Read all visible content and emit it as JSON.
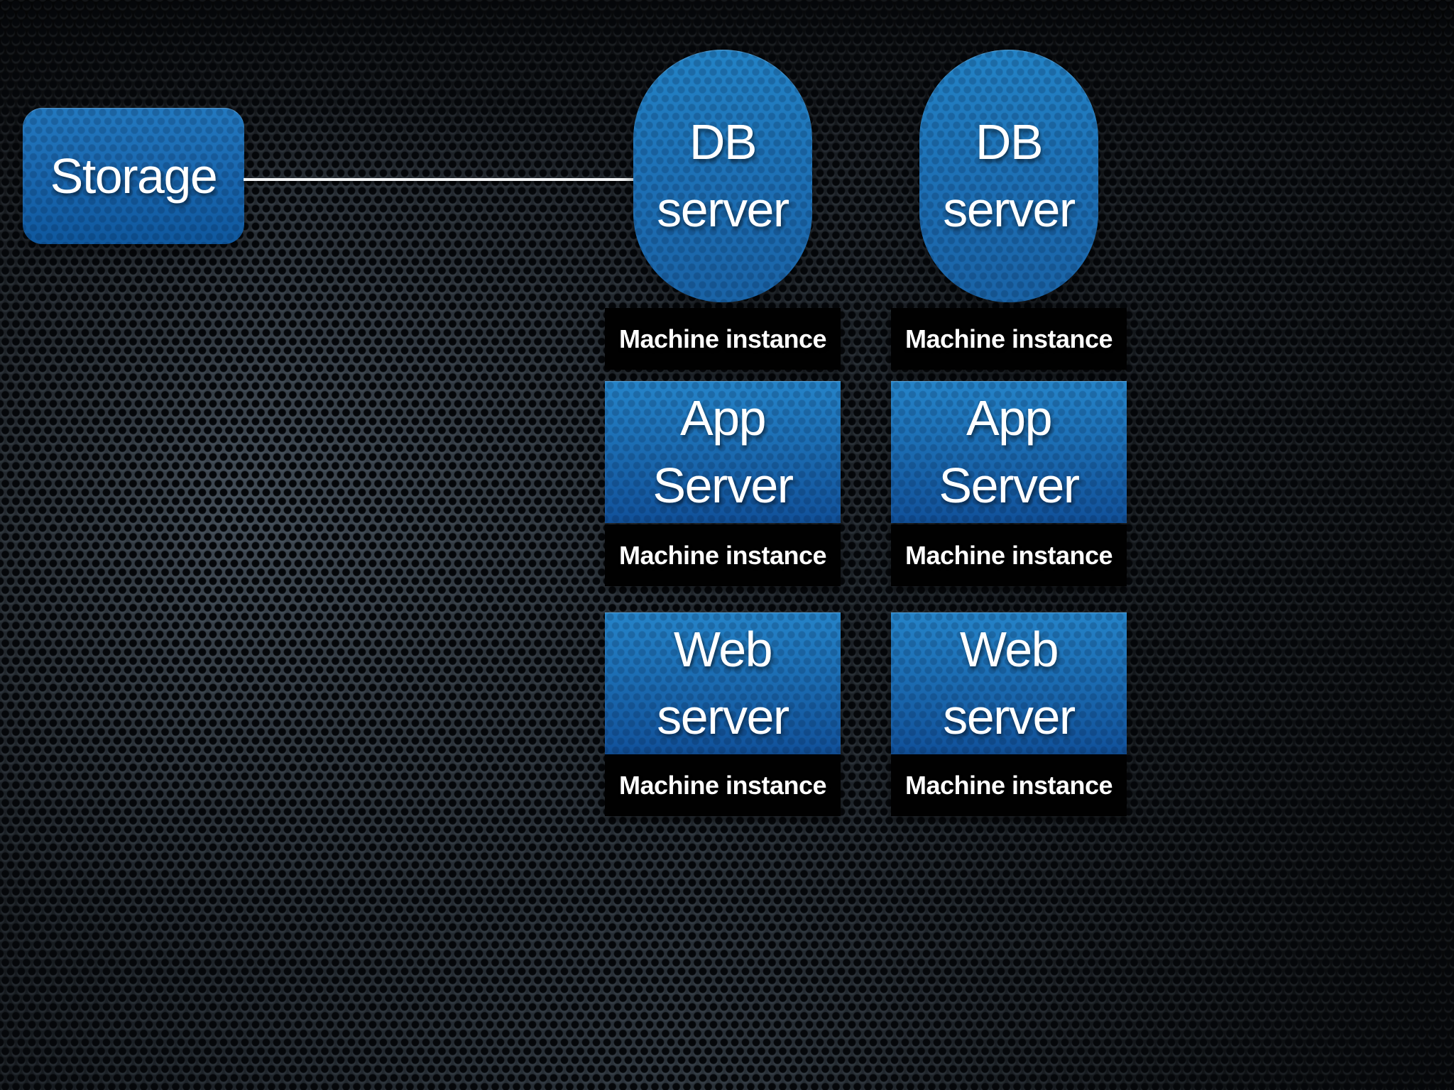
{
  "slide": {
    "background_base_color": "#1c2126",
    "hole_color": "#05070a",
    "accent_blue_top": "#2584c9",
    "accent_blue_bottom": "#11519a",
    "badge_background": "#010101",
    "text_color": "#ffffff",
    "connector_color": "#f5f6f7"
  },
  "storage": {
    "label": "Storage"
  },
  "columns": [
    {
      "name": "column-1",
      "db": {
        "line1": "DB",
        "line2": "server"
      },
      "db_machine": "Machine instance",
      "app": {
        "line1": "App",
        "line2": "Server"
      },
      "app_machine": "Machine instance",
      "web": {
        "line1": "Web",
        "line2": "server"
      },
      "web_machine": "Machine instance"
    },
    {
      "name": "column-2",
      "db": {
        "line1": "DB",
        "line2": "server"
      },
      "db_machine": "Machine instance",
      "app": {
        "line1": "App",
        "line2": "Server"
      },
      "app_machine": "Machine instance",
      "web": {
        "line1": "Web",
        "line2": "server"
      },
      "web_machine": "Machine instance"
    }
  ]
}
